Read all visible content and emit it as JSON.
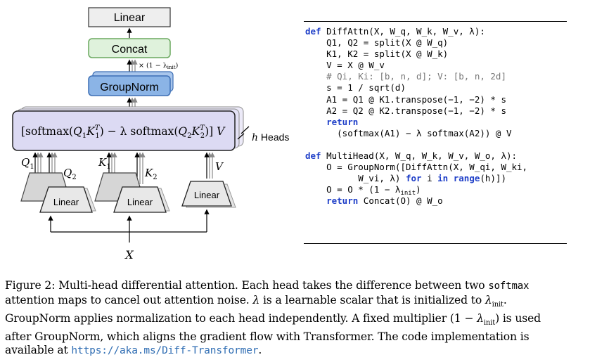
{
  "diagram": {
    "linear_top": "Linear",
    "concat": "Concat",
    "multiplier_label": "× (1 − λinit)",
    "groupnorm": "GroupNorm",
    "formula": "[softmax(Q1K1ᵀ) − λ softmax(Q2K2ᵀ)] V",
    "heads_label": "h Heads",
    "input_labels": [
      "Q1",
      "Q2",
      "K1",
      "K2",
      "V"
    ],
    "linear_q": "Linear",
    "linear_k": "Linear",
    "linear_v": "Linear",
    "input_x": "X"
  },
  "code": {
    "lines": [
      "def DiffAttn(X, W_q, W_k, W_v, λ):",
      "    Q1, Q2 = split(X @ W_q)",
      "    K1, K2 = split(X @ W_k)",
      "    V = X @ W_v",
      "    # Qi, Ki: [b, n, d]; V: [b, n, 2d]",
      "    s = 1 / sqrt(d)",
      "    A1 = Q1 @ K1.transpose(−1, −2) * s",
      "    A2 = Q2 @ K2.transpose(−1, −2) * s",
      "    return",
      "      (softmax(A1) − λ softmax(A2)) @ V",
      "",
      "def MultiHead(X, W_q, W_k, W_v, W_o, λ):",
      "    O = GroupNorm([DiffAttn(X, W_qi, W_ki,",
      "          W_vi, λ) for i in range(h)])",
      "    O = O * (1 − λinit)",
      "    return Concat(O) @ W_o"
    ]
  },
  "caption": {
    "lines": [
      "Figure 2: Multi-head differential attention. Each head takes the difference between two softmax",
      "attention maps to cancel out attention noise. λ is a learnable scalar that is initialized to λinit.",
      "GroupNorm applies normalization to each head independently. A fixed multiplier (1 − λinit) is used",
      "after GroupNorm, which aligns the gradient flow with Transformer. The code implementation is",
      "available at https://aka.ms/Diff-Transformer."
    ],
    "url": "https://aka.ms/Diff-Transformer"
  },
  "colors": {
    "linear_fill": "#eeeeee",
    "concat_fill": "#dff2dc",
    "concat_stroke": "#6aa85f",
    "groupnorm_fill": "#8bb4e6",
    "groupnorm_stroke": "#3d6fb5",
    "attention_fill": "#dcdaf3",
    "keyword": "#1f3fc8",
    "comment": "#777777",
    "url": "#2f6db3"
  }
}
